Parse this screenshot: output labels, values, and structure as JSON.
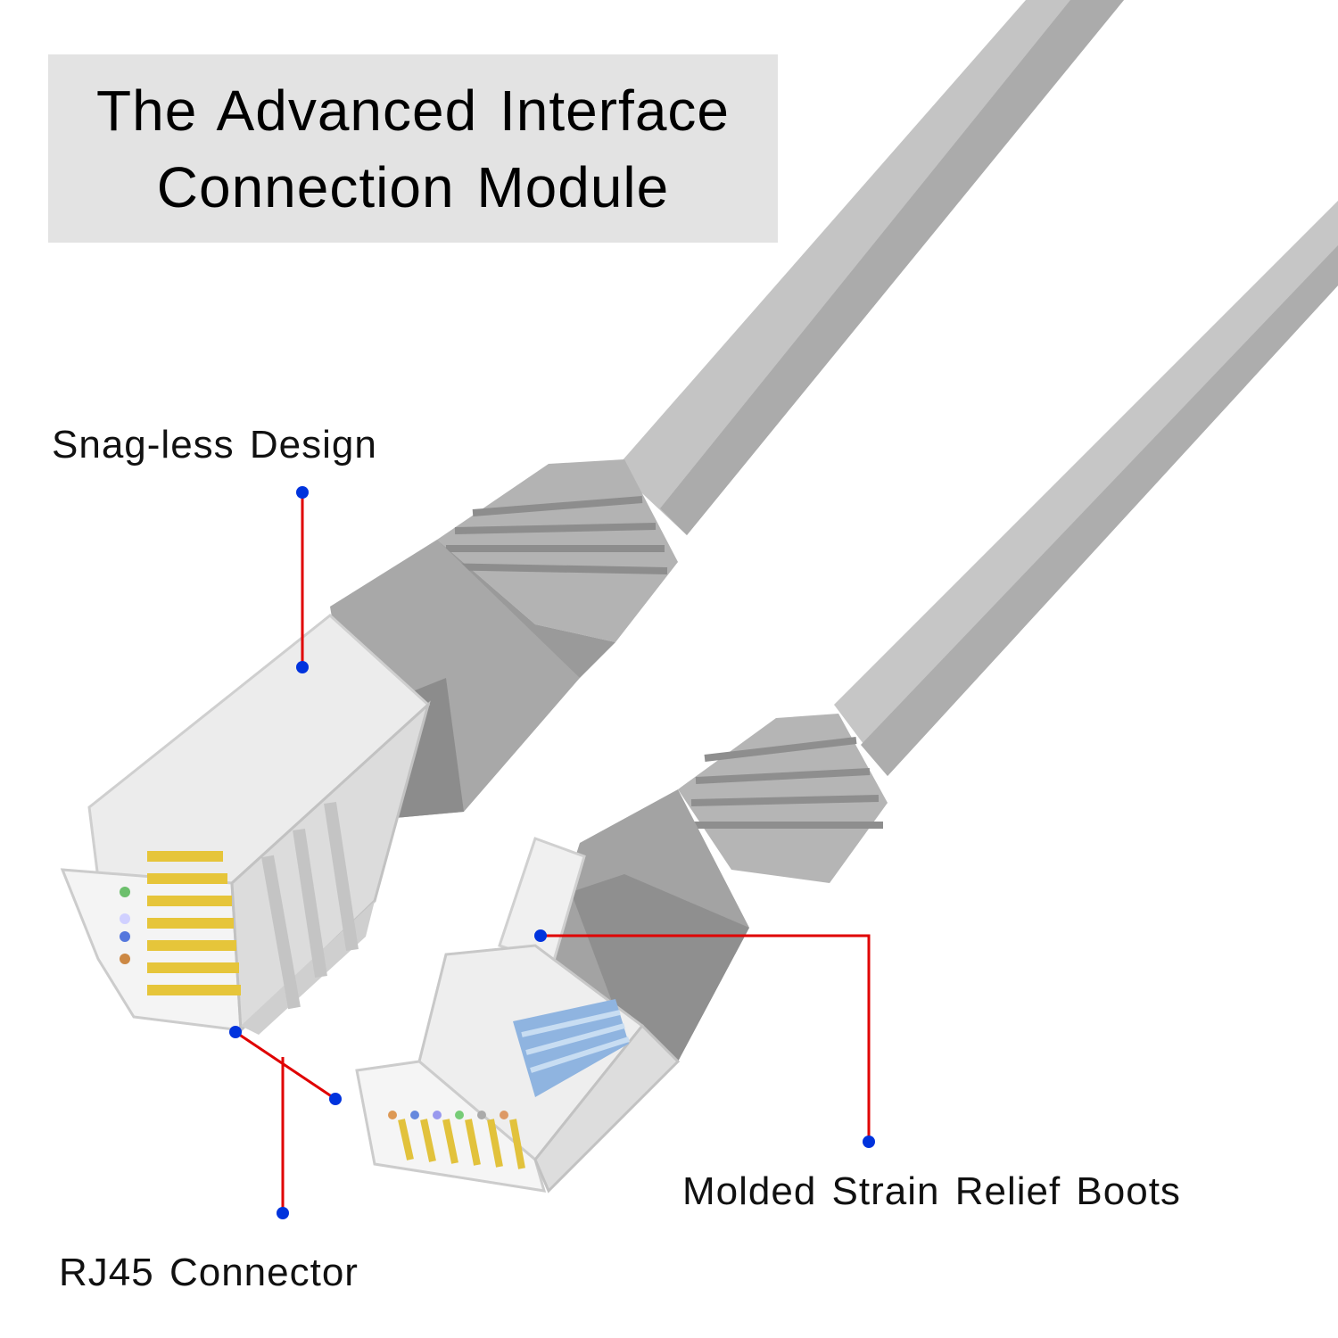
{
  "title": {
    "line1": "The Advanced Interface",
    "line2": "Connection Module"
  },
  "callouts": {
    "snagless": "Snag-less Design",
    "molded": "Molded Strain Relief Boots",
    "rj45": "RJ45 Connector"
  },
  "colors": {
    "background": "#ffffff",
    "title_box": "#e3e3e3",
    "cable": "#c8c8c8",
    "leader_line": "#e00000",
    "leader_dot": "#0033dd",
    "contacts": "#e8c840"
  }
}
